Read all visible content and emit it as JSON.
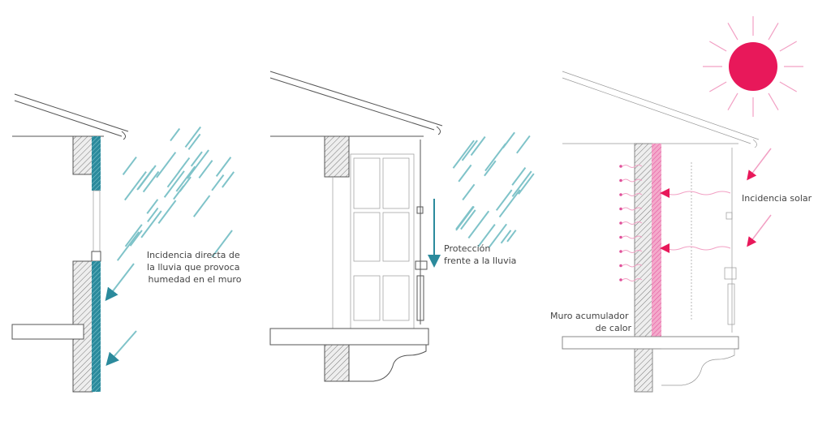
{
  "panels": [
    {
      "label_lines": [
        "Incidencia directa de",
        "la lluvia que provoca",
        "humedad en el muro"
      ]
    },
    {
      "label_lines": [
        "Protección",
        "frente a la lluvia"
      ]
    },
    {
      "label_solar": "Incidencia solar",
      "label_wall_lines": [
        "Muro acumulador",
        "de calor"
      ]
    }
  ],
  "colors": {
    "rain": "#2b8a9c",
    "rain_light": "#7fc3c9",
    "sun": "#e8185a",
    "heat": "#e0509a",
    "wall_heat": "#f2a7c8"
  },
  "icons": [
    "sun-icon",
    "rain-icon",
    "arrow-icon"
  ]
}
